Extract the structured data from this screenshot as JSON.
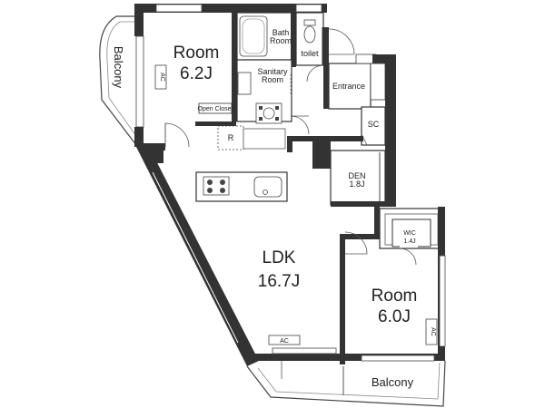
{
  "rooms": {
    "room_a_name": "Room",
    "room_a_size": "6.2J",
    "room_b_name": "Room",
    "room_b_size": "6.0J",
    "ldk_name": "LDK",
    "ldk_size": "16.7J",
    "den_name": "DEN",
    "den_size": "1.8J",
    "wic_name": "WIC",
    "wic_size": "1.4J",
    "balcony_left": "Balcony",
    "balcony_bottom": "Balcony",
    "bath_line1": "Bath",
    "bath_line2": "Room",
    "sanitary_line1": "Sanitary",
    "sanitary_line2": "Room",
    "toilet": "toilet",
    "entrance": "Entrance",
    "sc": "SC",
    "open_closet": "Open Closet",
    "fridge": "R",
    "ac_room_a": "AC",
    "ac_ldk": "AC",
    "ac_room_b": "AC"
  }
}
